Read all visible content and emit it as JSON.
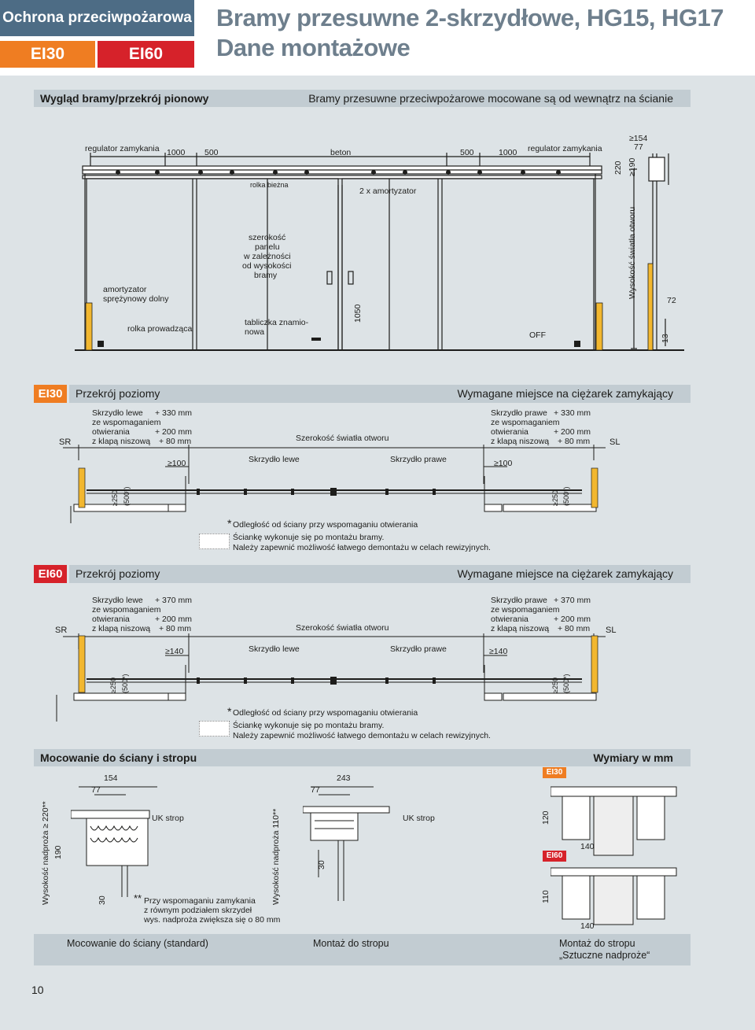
{
  "header": {
    "category": "Ochrona przeciwpożarowa",
    "tag_ei30": "EI30",
    "tag_ei60": "EI60",
    "title_line1": "Bramy przesuwne 2-skrzydłowe, HG15, HG17",
    "title_line2": "Dane montażowe"
  },
  "colors": {
    "blue": "#4d6c85",
    "orange": "#ef7d22",
    "red": "#d6222a",
    "panel": "#dde3e6",
    "bar": "#c2ccd2",
    "accent": "#f2b72f"
  },
  "section1": {
    "left": "Wygląd bramy/przekrój pionowy",
    "right": "Bramy przesuwne przeciwpożarowe mocowane są od wewnątrz na ścianie",
    "labels": {
      "regulator_left": "regulator zamykania",
      "d1000_l": "1000",
      "d500_l": "500",
      "beton": "beton",
      "d500_r": "500",
      "d1000_r": "1000",
      "regulator_right": "regulator zamykania",
      "ge154": "≥154",
      "d77": "77",
      "d220": "220",
      "ge190": "≥190",
      "rolka_biezna": "rolka bieżna",
      "amortyzator2": "2 x amortyzator",
      "amort1": "amortyzator",
      "amort2": "sprężynowy dolny",
      "panel1": "szerokość",
      "panel2": "panelu",
      "panel3": "w zależności",
      "panel4": "od wysokości",
      "panel5": "bramy",
      "rolka_prow": "rolka prowadząca",
      "tab1": "tabliczka znamio-",
      "tab2": "nowa",
      "d1050": "1050",
      "off": "OFF",
      "wys": "Wysokość światła otworu",
      "d72": "72",
      "d13": "13"
    }
  },
  "ei30": {
    "tag": "EI30",
    "left": "Przekrój poziomy",
    "right": "Wymagane miejsce na ciężarek zamykający",
    "sr": "SR",
    "sl": "SL",
    "left_lines": [
      "Skrzydło lewe",
      "ze wspomaganiem",
      "otwierania",
      "z klapą niszową"
    ],
    "left_vals": [
      "+ 330 mm",
      "+ 200 mm",
      "+ 80 mm"
    ],
    "right_lines": [
      "Skrzydło prawe",
      "ze wspomaganiem",
      "otwierania",
      "z klapą niszową"
    ],
    "right_vals": [
      "+ 330 mm",
      "+ 200 mm",
      "+ 80 mm"
    ],
    "center": "Szerokość światła otworu",
    "ge_l": "≥100",
    "ge_r": "≥100",
    "wing_l": "Skrzydło lewe",
    "wing_r": "Skrzydło prawe",
    "v250": "≥250",
    "v500": "(500*)",
    "note_star": "*",
    "note1": "Odległość od ściany przy wspomaganiu otwierania",
    "note2": "Ściankę wykonuje się po montażu bramy.",
    "note3": "Należy zapewnić możliwość łatwego demontażu w celach rewizyjnych."
  },
  "ei60": {
    "tag": "EI60",
    "left": "Przekrój poziomy",
    "right": "Wymagane miejsce na ciężarek zamykający",
    "sr": "SR",
    "sl": "SL",
    "left_lines": [
      "Skrzydło lewe",
      "ze wspomaganiem",
      "otwierania",
      "z klapą niszową"
    ],
    "left_vals": [
      "+ 370 mm",
      "+ 200 mm",
      "+ 80 mm"
    ],
    "right_lines": [
      "Skrzydło prawe",
      "ze wspomaganiem",
      "otwierania",
      "z klapą niszową"
    ],
    "right_vals": [
      "+ 370 mm",
      "+ 200 mm",
      "+ 80 mm"
    ],
    "center": "Szerokość światła otworu",
    "ge_l": "≥140",
    "ge_r": "≥140",
    "wing_l": "Skrzydło lewe",
    "wing_r": "Skrzydło prawe",
    "v250": "≥250",
    "v500": "(500*)",
    "note_star": "*",
    "note1": "Odległość od ściany przy wspomaganiu otwierania",
    "note2": "Ściankę wykonuje się po montażu bramy.",
    "note3": "Należy zapewnić możliwość łatwego demontażu w celach rewizyjnych."
  },
  "mount": {
    "left": "Mocowanie do ściany i stropu",
    "right": "Wymiary w mm",
    "d154": "154",
    "d77a": "77",
    "d243": "243",
    "d77b": "77",
    "uk1": "UK strop",
    "uk2": "UK strop",
    "wys220": "Wysokość nadproża ≥ 220**",
    "d190": "190",
    "d30a": "30",
    "wys110": "Wysokość nadproża 110**",
    "d30b": "30",
    "note_star": "**",
    "note1": "Przy wspomaganiu zamykania",
    "note2": "z równym podziałem skrzydeł",
    "note3": "wys. nadproża zwiększa się o 80 mm",
    "tag30": "EI30",
    "tag60": "EI60",
    "d120": "120",
    "d140a": "140",
    "d110": "110",
    "d140b": "140",
    "cap1": "Mocowanie do ściany (standard)",
    "cap2": "Montaż do stropu",
    "cap3a": "Montaż do stropu",
    "cap3b": "„Sztuczne nadproże“"
  },
  "page_number": "10"
}
